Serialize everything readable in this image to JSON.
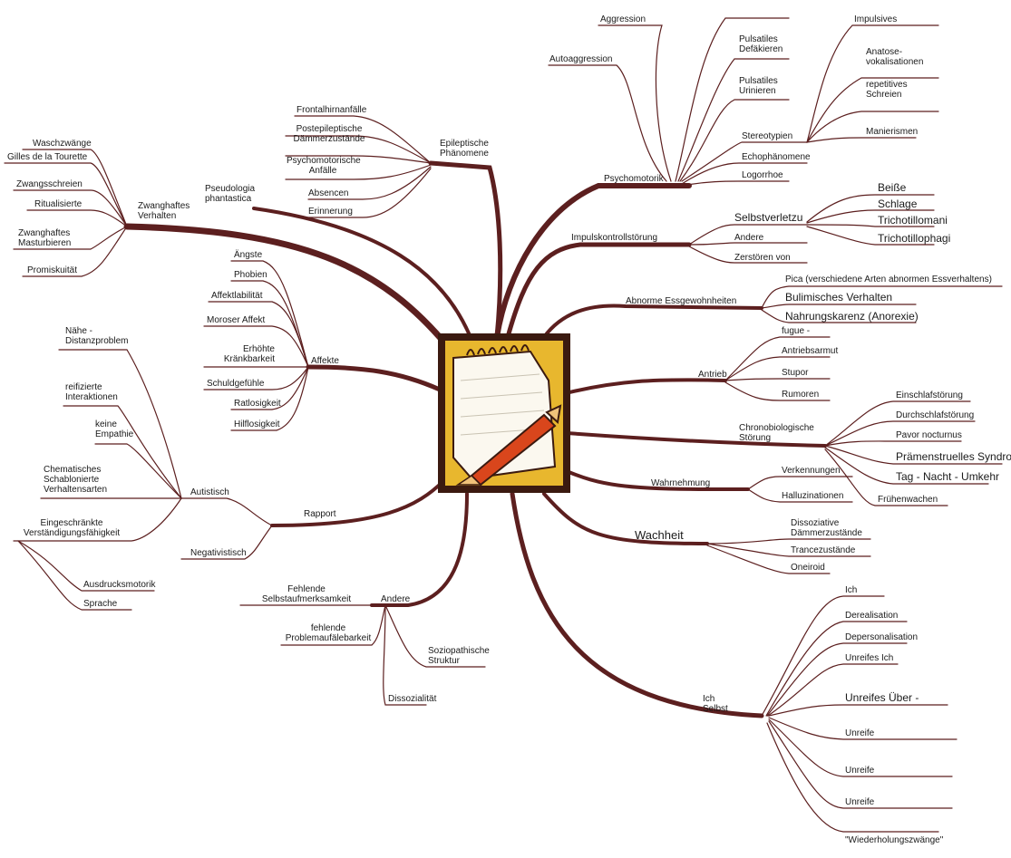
{
  "map": {
    "colors": {
      "branch": "#5c1f1f",
      "center_dark": "#3b1a10",
      "center_gold": "#e8b72e",
      "pencil": "#d9461c"
    },
    "center_icon": "notepad-with-pencil",
    "main_branches": [
      {
        "id": "psychomotorik",
        "label": "Psychomotorik",
        "subs": [
          {
            "label": "Aggression"
          },
          {
            "label": "Autoaggression"
          },
          {
            "label": "Pulsatiles Defäkieren"
          },
          {
            "label": "Pulsatiles Urinieren"
          },
          {
            "label": "Stereotypien",
            "subs": [
              {
                "label": "Impulsives"
              },
              {
                "label": "Anatose- vokalisationen"
              },
              {
                "label": "repetitives Schreien"
              },
              {
                "label": "Manierismen"
              }
            ]
          },
          {
            "label": "Echophänomene"
          },
          {
            "label": "Logorrhoe"
          }
        ]
      },
      {
        "id": "impulskontroll",
        "label": "Impulskontrollstörung",
        "subs": [
          {
            "label": "Selbstverletzu",
            "subs": [
              {
                "label": "Beiße"
              },
              {
                "label": "Schlage"
              },
              {
                "label": "Trichotillomani"
              },
              {
                "label": "Trichotillophagi"
              }
            ]
          },
          {
            "label": "Andere"
          },
          {
            "label": "Zerstören von"
          }
        ]
      },
      {
        "id": "essgewohnheiten",
        "label": "Abnorme Essgewohnheiten",
        "subs": [
          {
            "label": "Pica (verschiedene Arten abnormen Essverhaltens)"
          },
          {
            "label": "Bulimisches Verhalten"
          },
          {
            "label": "Nahrungskarenz (Anorexie)"
          }
        ]
      },
      {
        "id": "antrieb",
        "label": "Antrieb",
        "subs": [
          {
            "label": "fugue -"
          },
          {
            "label": "Antriebsarmut"
          },
          {
            "label": "Stupor"
          },
          {
            "label": "Rumoren"
          }
        ]
      },
      {
        "id": "chrono",
        "label": "Chronobiologische Störung",
        "subs": [
          {
            "label": "Einschlafstörung"
          },
          {
            "label": "Durchschlafstörung"
          },
          {
            "label": "Pavor nocturnus"
          },
          {
            "label": "Prämenstruelles Syndrom"
          },
          {
            "label": "Tag - Nacht - Umkehr"
          },
          {
            "label": "Frühenwachen"
          }
        ]
      },
      {
        "id": "wahrnehmung",
        "label": "Wahrnehmung",
        "subs": [
          {
            "label": "Verkennungen"
          },
          {
            "label": "Halluzinationen"
          }
        ]
      },
      {
        "id": "wachheit",
        "label": "Wachheit",
        "subs": [
          {
            "label": "Dissoziative Dämmerzustände"
          },
          {
            "label": "Trancezustände"
          },
          {
            "label": "Oneiroid"
          }
        ]
      },
      {
        "id": "ich",
        "label": "Ich Selbst",
        "subs": [
          {
            "label": "Ich"
          },
          {
            "label": "Derealisation"
          },
          {
            "label": "Depersonalisation"
          },
          {
            "label": "Unreifes Ich"
          },
          {
            "label": "Unreifes Über -"
          },
          {
            "label": "Unreife"
          },
          {
            "label": "Unreife"
          },
          {
            "label": "Unreife"
          },
          {
            "label": "\"Wiederholungszwänge\""
          }
        ]
      },
      {
        "id": "andere",
        "label": "Andere",
        "subs": [
          {
            "label": "Fehlende Selbstaufmerksamkeit"
          },
          {
            "label": "fehlende Problemaufälebarkeit"
          },
          {
            "label": "Soziopathische Struktur"
          },
          {
            "label": "Dissozialität"
          }
        ]
      },
      {
        "id": "rapport",
        "label": "Rapport",
        "subs": [
          {
            "label": "Autistisch",
            "subs": [
              {
                "label": "Nähe - Distanzproblem"
              },
              {
                "label": "reifizierte Interaktionen"
              },
              {
                "label": "keine Empathie"
              },
              {
                "label": "Chematisches Schablonierte Verhaltensarten"
              },
              {
                "label": "Eingeschränkte Verständigungsfähigkeit",
                "subs": [
                  {
                    "label": "Ausdrucksmotorik"
                  },
                  {
                    "label": "Sprache"
                  }
                ]
              }
            ]
          },
          {
            "label": "Negativistisch"
          }
        ]
      },
      {
        "id": "affekte",
        "label": "Affekte",
        "subs": [
          {
            "label": "Ängste"
          },
          {
            "label": "Phobien"
          },
          {
            "label": "Affektlabilität"
          },
          {
            "label": "Moroser Affekt"
          },
          {
            "label": "Erhöhte Kränkbarkeit"
          },
          {
            "label": "Schuldgefühle"
          },
          {
            "label": "Ratlosigkeit"
          },
          {
            "label": "Hilflosigkeit"
          }
        ]
      },
      {
        "id": "zwanghaft",
        "label": "Zwanghaftes Verhalten",
        "subs": [
          {
            "label": "Waschzwänge"
          },
          {
            "label": "Gilles de la Tourette"
          },
          {
            "label": "Zwangsschreien"
          },
          {
            "label": "Ritualisierte"
          },
          {
            "label": "Zwanghaftes Masturbieren"
          },
          {
            "label": "Promiskuität"
          }
        ]
      },
      {
        "id": "pseudologia",
        "label": "Pseudologia phantastica",
        "subs": []
      },
      {
        "id": "epileptisch",
        "label": "Epileptische Phänomene",
        "subs": [
          {
            "label": "Frontalhirnanfälle"
          },
          {
            "label": "Postepileptische Dämmerzustände"
          },
          {
            "label": "Psychomotorische Anfälle"
          },
          {
            "label": "Absencen"
          },
          {
            "label": "Erinnerung"
          }
        ]
      }
    ]
  }
}
